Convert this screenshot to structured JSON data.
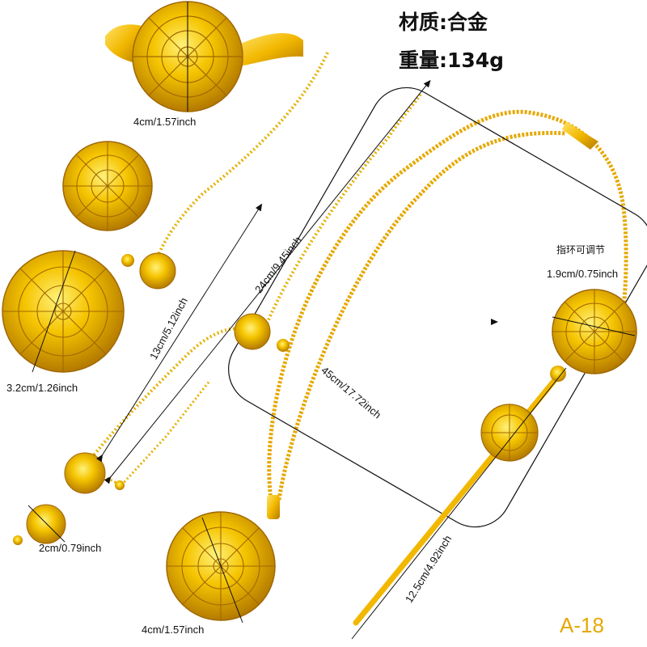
{
  "specs": {
    "material": "材质:合金",
    "weight": "重量:134g"
  },
  "dimensions": {
    "bangle_width": "4cm/1.57inch",
    "ring_width_left": "3.2cm/1.26inch",
    "pendant_small": "2cm/0.79inch",
    "pendant_large": "4cm/1.57inch",
    "chain_short": "13cm/5.12inch",
    "chain_mid": "24cm/9.45inch",
    "necklace_length": "45cm/17.72inch",
    "hairpin_length": "12.5cm/4.92inch",
    "ring_adjustable_note": "指环可调节",
    "ring_width_right": "1.9cm/0.75inch"
  },
  "product_code": "A-18",
  "colors": {
    "gold": "#f5c400",
    "gold_dark": "#b47a00",
    "gold_light": "#ffe36a",
    "code": "#e5a800"
  }
}
